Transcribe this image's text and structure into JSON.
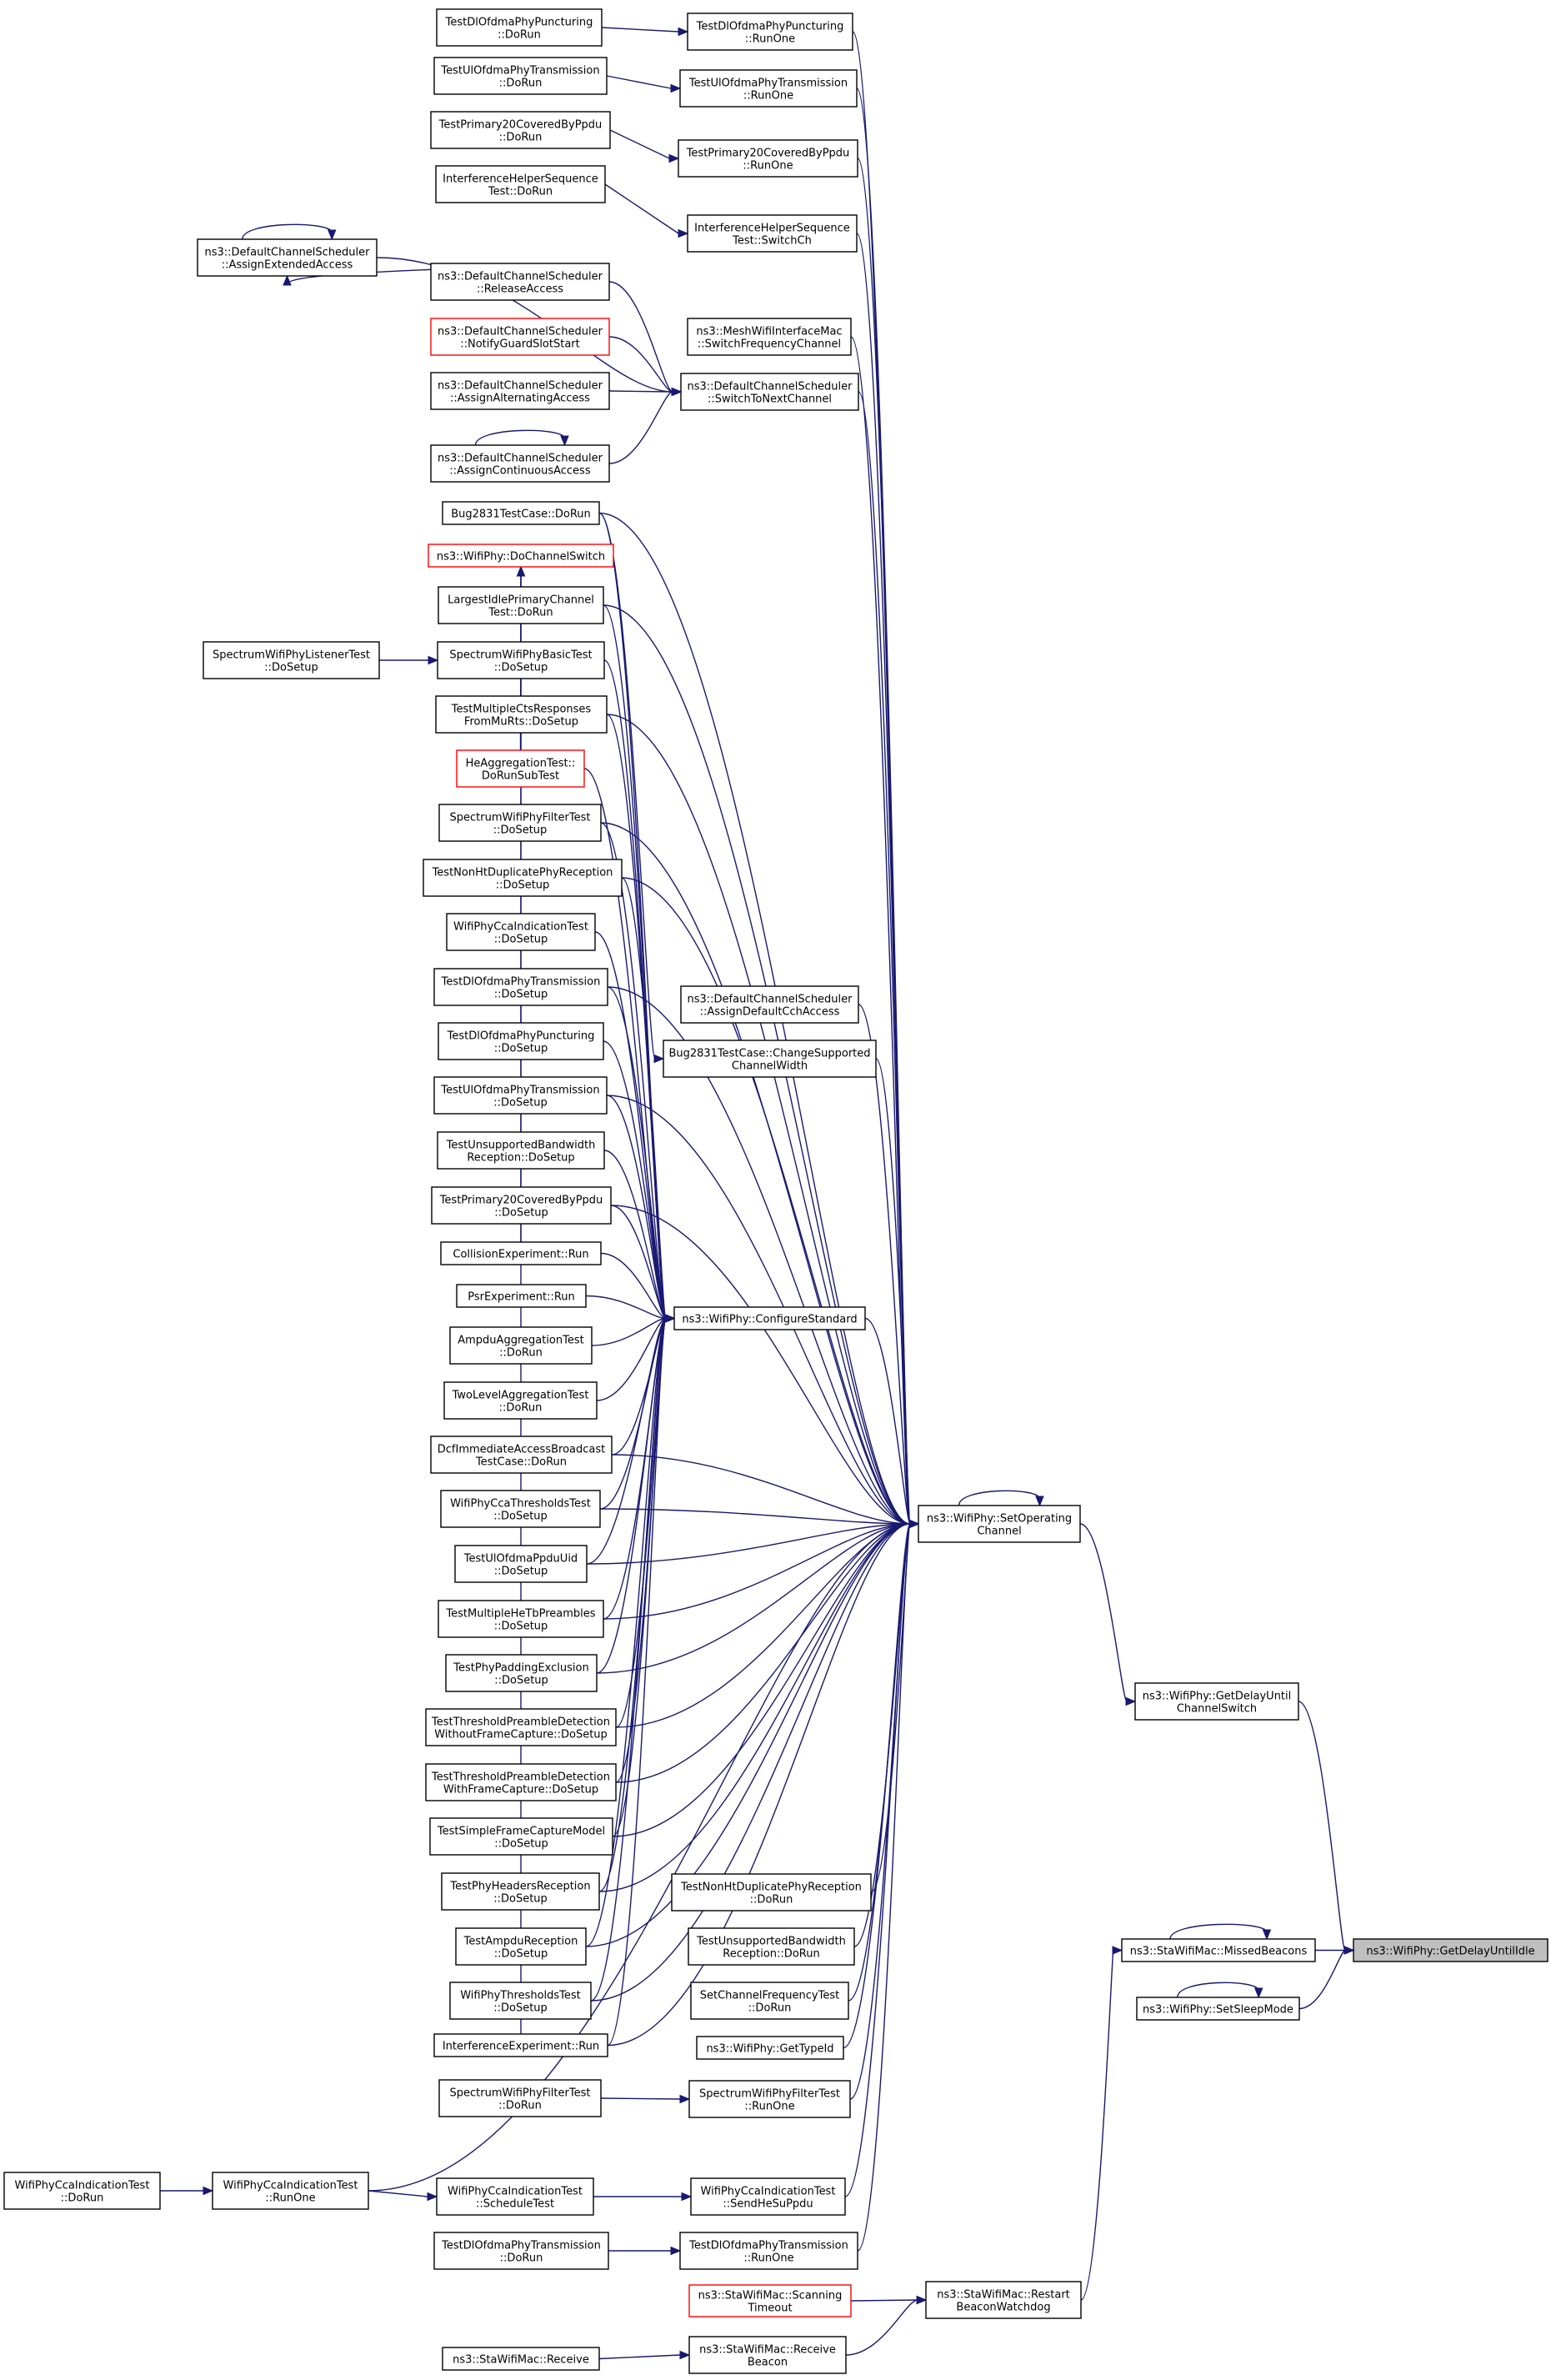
{
  "diagram": {
    "type": "call-graph",
    "nodes": [
      {
        "id": "n_getDelayUntilIdle",
        "lines": [
          "ns3::WifiPhy::GetDelayUntilIdle"
        ],
        "focus": true
      },
      {
        "id": "n_missedBeacons",
        "lines": [
          "ns3::StaWifiMac::MissedBeacons"
        ]
      },
      {
        "id": "n_setSleepMode",
        "lines": [
          "ns3::WifiPhy::SetSleepMode"
        ]
      },
      {
        "id": "n_getDelayUntilChSw",
        "lines": [
          "ns3::WifiPhy::GetDelayUntil",
          "ChannelSwitch"
        ]
      },
      {
        "id": "n_restartBeacon",
        "lines": [
          "ns3::StaWifiMac::Restart",
          "BeaconWatchdog"
        ]
      },
      {
        "id": "n_setOpChannel",
        "lines": [
          "ns3::WifiPhy::SetOperating",
          "Channel"
        ]
      },
      {
        "id": "n_scanningTimeout",
        "lines": [
          "ns3::StaWifiMac::Scanning",
          "Timeout"
        ],
        "truncated": true
      },
      {
        "id": "n_receiveBeacon",
        "lines": [
          "ns3::StaWifiMac::Receive",
          "Beacon"
        ]
      },
      {
        "id": "n_staReceive",
        "lines": [
          "ns3::StaWifiMac::Receive"
        ]
      },
      {
        "id": "n_configureStandard",
        "lines": [
          "ns3::WifiPhy::ConfigureStandard"
        ]
      },
      {
        "id": "n_switchToNext",
        "lines": [
          "ns3::DefaultChannelScheduler",
          "::SwitchToNextChannel"
        ]
      },
      {
        "id": "n_meshSwitch",
        "lines": [
          "ns3::MeshWifiInterfaceMac",
          "::SwitchFrequencyChannel"
        ]
      },
      {
        "id": "n_ihsSwitchCh",
        "lines": [
          "InterferenceHelperSequence",
          "Test::SwitchCh"
        ]
      },
      {
        "id": "n_p20RunOne",
        "lines": [
          "TestPrimary20CoveredByPpdu",
          "::RunOne"
        ]
      },
      {
        "id": "n_ulTxRunOne",
        "lines": [
          "TestUlOfdmaPhyTransmission",
          "::RunOne"
        ]
      },
      {
        "id": "n_punctRunOne",
        "lines": [
          "TestDlOfdmaPhyPuncturing",
          "::RunOne"
        ]
      },
      {
        "id": "n_defaultCch",
        "lines": [
          "ns3::DefaultChannelScheduler",
          "::AssignDefaultCchAccess"
        ]
      },
      {
        "id": "n_bug2831Change",
        "lines": [
          "Bug2831TestCase::ChangeSupported",
          "ChannelWidth"
        ]
      },
      {
        "id": "n_nonHtDoRun",
        "lines": [
          "TestNonHtDuplicatePhyReception",
          "::DoRun"
        ]
      },
      {
        "id": "n_unsupBwDoRun",
        "lines": [
          "TestUnsupportedBandwidth",
          "Reception::DoRun"
        ]
      },
      {
        "id": "n_setChFreqDoRun",
        "lines": [
          "SetChannelFrequencyTest",
          "::DoRun"
        ]
      },
      {
        "id": "n_getTypeId",
        "lines": [
          "ns3::WifiPhy::GetTypeId"
        ]
      },
      {
        "id": "n_filterRunOne",
        "lines": [
          "SpectrumWifiPhyFilterTest",
          "::RunOne"
        ]
      },
      {
        "id": "n_ccaRunOne",
        "lines": [
          "WifiPhyCcaIndicationTest",
          "::RunOne"
        ]
      },
      {
        "id": "n_ccaSendHeSu",
        "lines": [
          "WifiPhyCcaIndicationTest",
          "::SendHeSuPpdu"
        ]
      },
      {
        "id": "n_dlTxRunOne",
        "lines": [
          "TestDlOfdmaPhyTransmission",
          "::RunOne"
        ]
      },
      {
        "id": "n_punctDoRun",
        "lines": [
          "TestDlOfdmaPhyPuncturing",
          "::DoRun"
        ]
      },
      {
        "id": "n_ulTxDoRun",
        "lines": [
          "TestUlOfdmaPhyTransmission",
          "::DoRun"
        ]
      },
      {
        "id": "n_p20DoRun",
        "lines": [
          "TestPrimary20CoveredByPpdu",
          "::DoRun"
        ]
      },
      {
        "id": "n_ihsDoRun",
        "lines": [
          "InterferenceHelperSequence",
          "Test::DoRun"
        ]
      },
      {
        "id": "n_releaseAccess",
        "lines": [
          "ns3::DefaultChannelScheduler",
          "::ReleaseAccess"
        ]
      },
      {
        "id": "n_notifyGuard",
        "lines": [
          "ns3::DefaultChannelScheduler",
          "::NotifyGuardSlotStart"
        ],
        "truncated": true
      },
      {
        "id": "n_assignAlt",
        "lines": [
          "ns3::DefaultChannelScheduler",
          "::AssignAlternatingAccess"
        ]
      },
      {
        "id": "n_assignCont",
        "lines": [
          "ns3::DefaultChannelScheduler",
          "::AssignContinuousAccess"
        ]
      },
      {
        "id": "n_assignExt",
        "lines": [
          "ns3::DefaultChannelScheduler",
          "::AssignExtendedAccess"
        ]
      },
      {
        "id": "n_bug2831DoRun",
        "lines": [
          "Bug2831TestCase::DoRun"
        ]
      },
      {
        "id": "n_doChannelSwitch",
        "lines": [
          "ns3::WifiPhy::DoChannelSwitch"
        ],
        "truncated": true
      },
      {
        "id": "n_largestIdle",
        "lines": [
          "LargestIdlePrimaryChannel",
          "Test::DoRun"
        ]
      },
      {
        "id": "n_swpBasicSetup",
        "lines": [
          "SpectrumWifiPhyBasicTest",
          "::DoSetup"
        ]
      },
      {
        "id": "n_swpListener",
        "lines": [
          "SpectrumWifiPhyListenerTest",
          "::DoSetup"
        ]
      },
      {
        "id": "n_multiCts",
        "lines": [
          "TestMultipleCtsResponses",
          "FromMuRts::DoSetup"
        ]
      },
      {
        "id": "n_heAggSub",
        "lines": [
          "HeAggregationTest::",
          "DoRunSubTest"
        ],
        "truncated": true
      },
      {
        "id": "n_filterSetup",
        "lines": [
          "SpectrumWifiPhyFilterTest",
          "::DoSetup"
        ]
      },
      {
        "id": "n_nonHtSetup",
        "lines": [
          "TestNonHtDuplicatePhyReception",
          "::DoSetup"
        ]
      },
      {
        "id": "n_ccaSetup",
        "lines": [
          "WifiPhyCcaIndicationTest",
          "::DoSetup"
        ]
      },
      {
        "id": "n_dlTxSetup",
        "lines": [
          "TestDlOfdmaPhyTransmission",
          "::DoSetup"
        ]
      },
      {
        "id": "n_punctSetup",
        "lines": [
          "TestDlOfdmaPhyPuncturing",
          "::DoSetup"
        ]
      },
      {
        "id": "n_ulTxSetup",
        "lines": [
          "TestUlOfdmaPhyTransmission",
          "::DoSetup"
        ]
      },
      {
        "id": "n_unsupBwSetup",
        "lines": [
          "TestUnsupportedBandwidth",
          "Reception::DoSetup"
        ]
      },
      {
        "id": "n_p20Setup",
        "lines": [
          "TestPrimary20CoveredByPpdu",
          "::DoSetup"
        ]
      },
      {
        "id": "n_collision",
        "lines": [
          "CollisionExperiment::Run"
        ]
      },
      {
        "id": "n_psr",
        "lines": [
          "PsrExperiment::Run"
        ]
      },
      {
        "id": "n_ampduAgg",
        "lines": [
          "AmpduAggregationTest",
          "::DoRun"
        ]
      },
      {
        "id": "n_twoLevel",
        "lines": [
          "TwoLevelAggregationTest",
          "::DoRun"
        ]
      },
      {
        "id": "n_dcfBroadcast",
        "lines": [
          "DcfImmediateAccessBroadcast",
          "TestCase::DoRun"
        ]
      },
      {
        "id": "n_ccaThresh",
        "lines": [
          "WifiPhyCcaThresholdsTest",
          "::DoSetup"
        ]
      },
      {
        "id": "n_ulPpduUid",
        "lines": [
          "TestUlOfdmaPpduUid",
          "::DoSetup"
        ]
      },
      {
        "id": "n_multiHeTb",
        "lines": [
          "TestMultipleHeTbPreambles",
          "::DoSetup"
        ]
      },
      {
        "id": "n_phyPadding",
        "lines": [
          "TestPhyPaddingExclusion",
          "::DoSetup"
        ]
      },
      {
        "id": "n_threshNoFc",
        "lines": [
          "TestThresholdPreambleDetection",
          "WithoutFrameCapture::DoSetup"
        ]
      },
      {
        "id": "n_threshFc",
        "lines": [
          "TestThresholdPreambleDetection",
          "WithFrameCapture::DoSetup"
        ]
      },
      {
        "id": "n_simpleFc",
        "lines": [
          "TestSimpleFrameCaptureModel",
          "::DoSetup"
        ]
      },
      {
        "id": "n_phyHeaders",
        "lines": [
          "TestPhyHeadersReception",
          "::DoSetup"
        ]
      },
      {
        "id": "n_ampduRx",
        "lines": [
          "TestAmpduReception",
          "::DoSetup"
        ]
      },
      {
        "id": "n_phyThresh",
        "lines": [
          "WifiPhyThresholdsTest",
          "::DoSetup"
        ]
      },
      {
        "id": "n_interfExp",
        "lines": [
          "InterferenceExperiment::Run"
        ]
      },
      {
        "id": "n_filterDoRun",
        "lines": [
          "SpectrumWifiPhyFilterTest",
          "::DoRun"
        ]
      },
      {
        "id": "n_ccaSchedule",
        "lines": [
          "WifiPhyCcaIndicationTest",
          "::ScheduleTest"
        ]
      },
      {
        "id": "n_ccaDoRun",
        "lines": [
          "WifiPhyCcaIndicationTest",
          "::DoRun"
        ]
      },
      {
        "id": "n_dlTxDoRun",
        "lines": [
          "TestDlOfdmaPhyTransmission",
          "::DoRun"
        ]
      }
    ]
  }
}
